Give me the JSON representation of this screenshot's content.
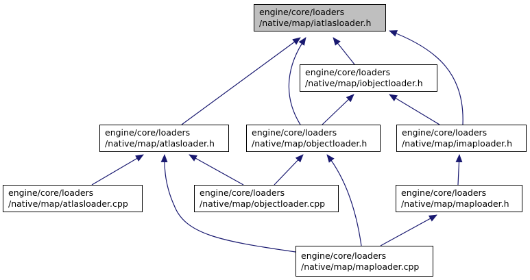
{
  "colors": {
    "edge": "#191970",
    "focus_fill": "#bfbfbf",
    "node_fill": "#ffffff",
    "border": "#000000"
  },
  "nodes": {
    "iatlasloader_h": {
      "line1": "engine/core/loaders",
      "line2": "/native/map/iatlasloader.h"
    },
    "iobjectloader_h": {
      "line1": "engine/core/loaders",
      "line2": "/native/map/iobjectloader.h"
    },
    "atlasloader_h": {
      "line1": "engine/core/loaders",
      "line2": "/native/map/atlasloader.h"
    },
    "objectloader_h": {
      "line1": "engine/core/loaders",
      "line2": "/native/map/objectloader.h"
    },
    "imaploader_h": {
      "line1": "engine/core/loaders",
      "line2": "/native/map/imaploader.h"
    },
    "atlasloader_cpp": {
      "line1": "engine/core/loaders",
      "line2": "/native/map/atlasloader.cpp"
    },
    "objectloader_cpp": {
      "line1": "engine/core/loaders",
      "line2": "/native/map/objectloader.cpp"
    },
    "maploader_h": {
      "line1": "engine/core/loaders",
      "line2": "/native/map/maploader.h"
    },
    "maploader_cpp": {
      "line1": "engine/core/loaders",
      "line2": "/native/map/maploader.cpp"
    }
  },
  "edges": [
    {
      "from": "atlasloader_h",
      "to": "iatlasloader_h"
    },
    {
      "from": "objectloader_h",
      "to": "iatlasloader_h"
    },
    {
      "from": "iobjectloader_h",
      "to": "iatlasloader_h"
    },
    {
      "from": "imaploader_h",
      "to": "iatlasloader_h"
    },
    {
      "from": "objectloader_h",
      "to": "iobjectloader_h"
    },
    {
      "from": "imaploader_h",
      "to": "iobjectloader_h"
    },
    {
      "from": "atlasloader_cpp",
      "to": "atlasloader_h"
    },
    {
      "from": "objectloader_cpp",
      "to": "atlasloader_h"
    },
    {
      "from": "maploader_cpp",
      "to": "atlasloader_h"
    },
    {
      "from": "objectloader_cpp",
      "to": "objectloader_h"
    },
    {
      "from": "maploader_cpp",
      "to": "objectloader_h"
    },
    {
      "from": "maploader_h",
      "to": "imaploader_h"
    },
    {
      "from": "maploader_cpp",
      "to": "maploader_h"
    }
  ]
}
